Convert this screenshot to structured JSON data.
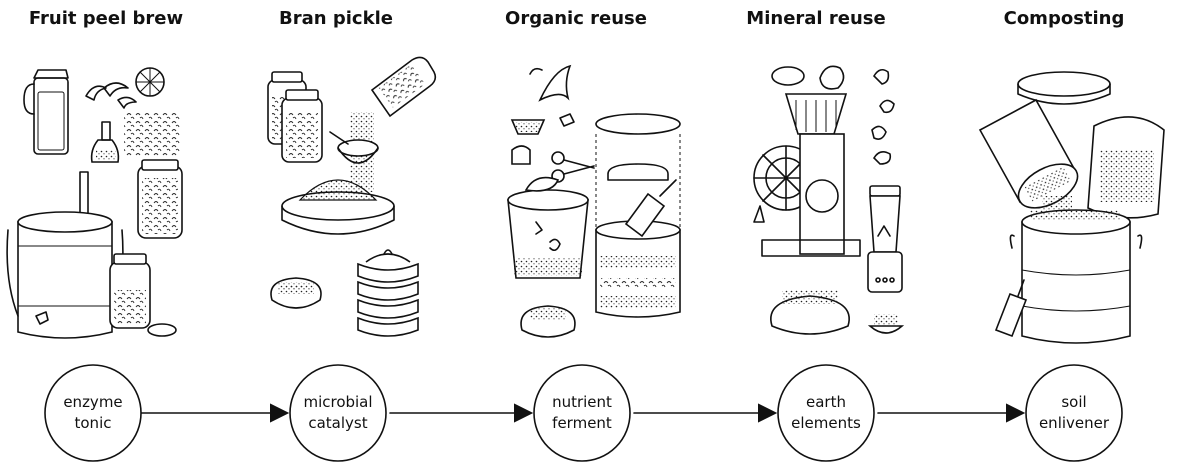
{
  "stages": [
    {
      "title": "Fruit peel brew",
      "node_line1": "enzyme",
      "node_line2": "tonic"
    },
    {
      "title": "Bran pickle",
      "node_line1": "microbial",
      "node_line2": "catalyst"
    },
    {
      "title": "Organic reuse",
      "node_line1": "nutrient",
      "node_line2": "ferment"
    },
    {
      "title": "Mineral reuse",
      "node_line1": "earth",
      "node_line2": "elements"
    },
    {
      "title": "Composting",
      "node_line1": "soil",
      "node_line2": "enlivener"
    }
  ],
  "colors": {
    "ink": "#111111",
    "background": "#ffffff"
  },
  "icons": {
    "stage_1": [
      "pitcher-icon",
      "citrus-peel-icon",
      "sugar-shaker-icon",
      "fermentation-bucket-icon",
      "peel-jar-icon"
    ],
    "stage_2": [
      "bran-jar-icon",
      "pouring-bottle-icon",
      "sieve-icon",
      "bran-tray-icon",
      "bran-sack-icon",
      "stacked-bags-icon"
    ],
    "stage_3": [
      "banana-peel-icon",
      "food-scrap-icon",
      "scissors-icon",
      "bokashi-bucket-icon",
      "layered-bin-icon",
      "scoop-icon"
    ],
    "stage_4": [
      "eggshell-icon",
      "stone-grinder-icon",
      "blender-icon",
      "powder-sack-icon",
      "powder-bowl-icon"
    ],
    "stage_5": [
      "bin-lid-icon",
      "tilted-bin-icon",
      "soil-bag-icon",
      "compost-barrel-icon",
      "shovel-icon"
    ]
  }
}
